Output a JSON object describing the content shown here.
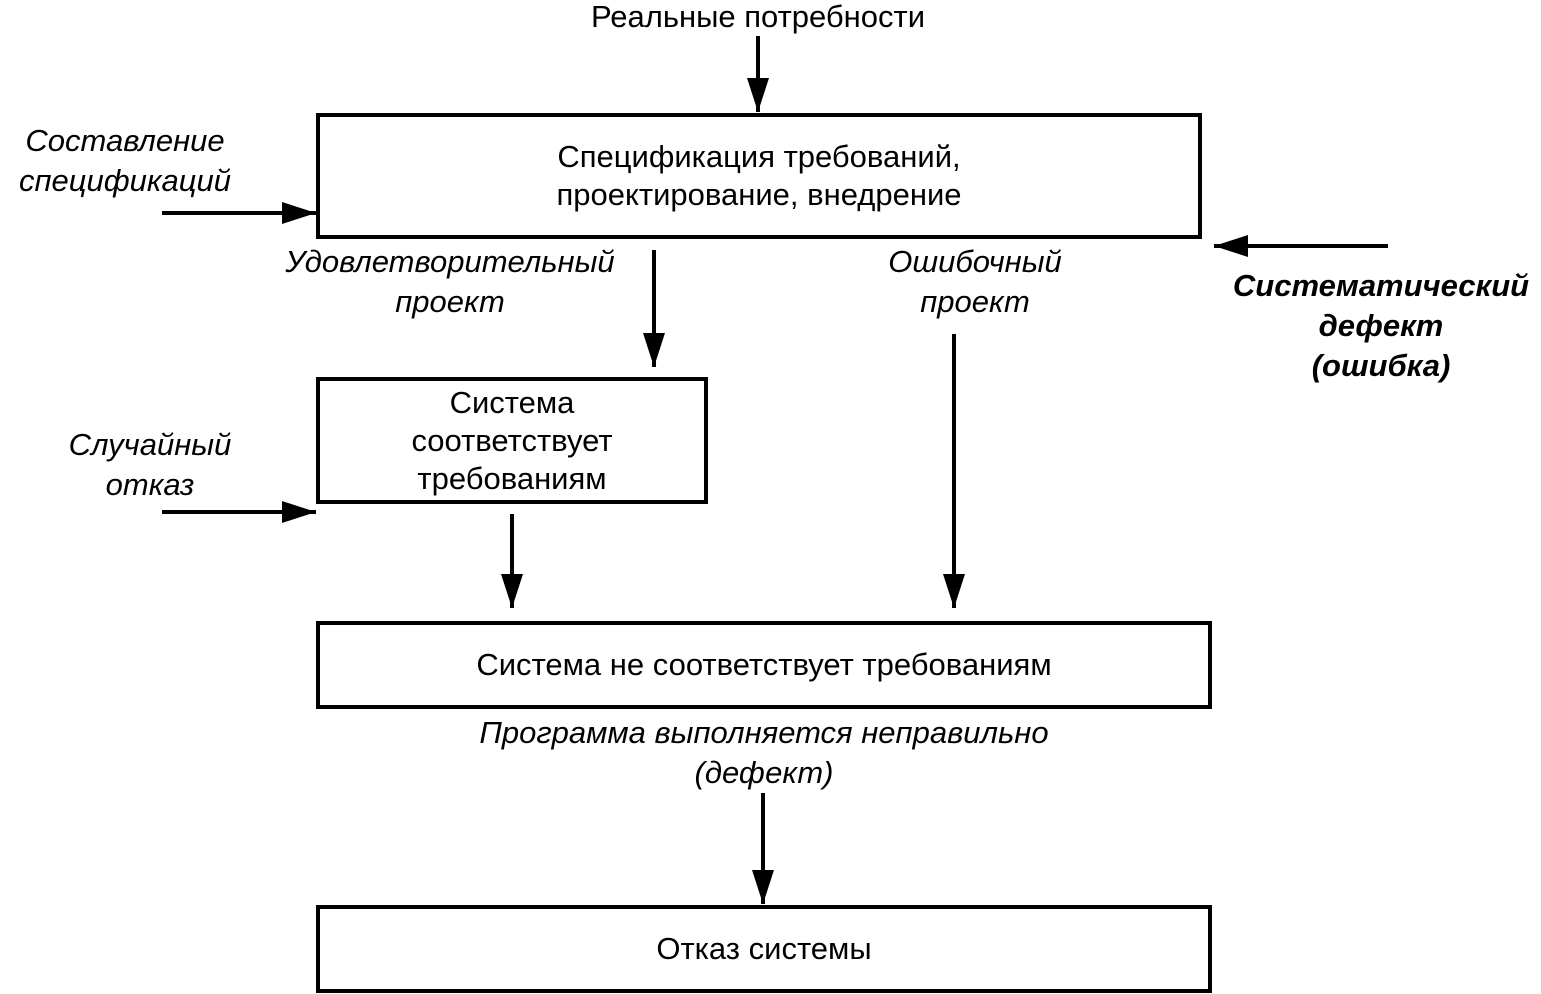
{
  "top_input": "Реальные потребности",
  "boxes": {
    "spec": [
      "Спецификация требований,",
      "проектирование, внедрение"
    ],
    "meets": [
      "Система",
      "соответствует",
      "требованиям"
    ],
    "not_meets": "Система не соответствует требованиям",
    "failure": "Отказ системы"
  },
  "labels": {
    "spec_compilation": [
      "Составление",
      "спецификаций"
    ],
    "satisfactory": [
      "Удовлетворительный",
      "проект"
    ],
    "erroneous": [
      "Ошибочный",
      "проект"
    ],
    "systematic": [
      "Систематический",
      "дефект",
      "(ошибка)"
    ],
    "random": [
      "Случайный",
      "отказ"
    ],
    "incorrect": [
      "Программа выполняется неправильно",
      "(дефект)"
    ]
  }
}
